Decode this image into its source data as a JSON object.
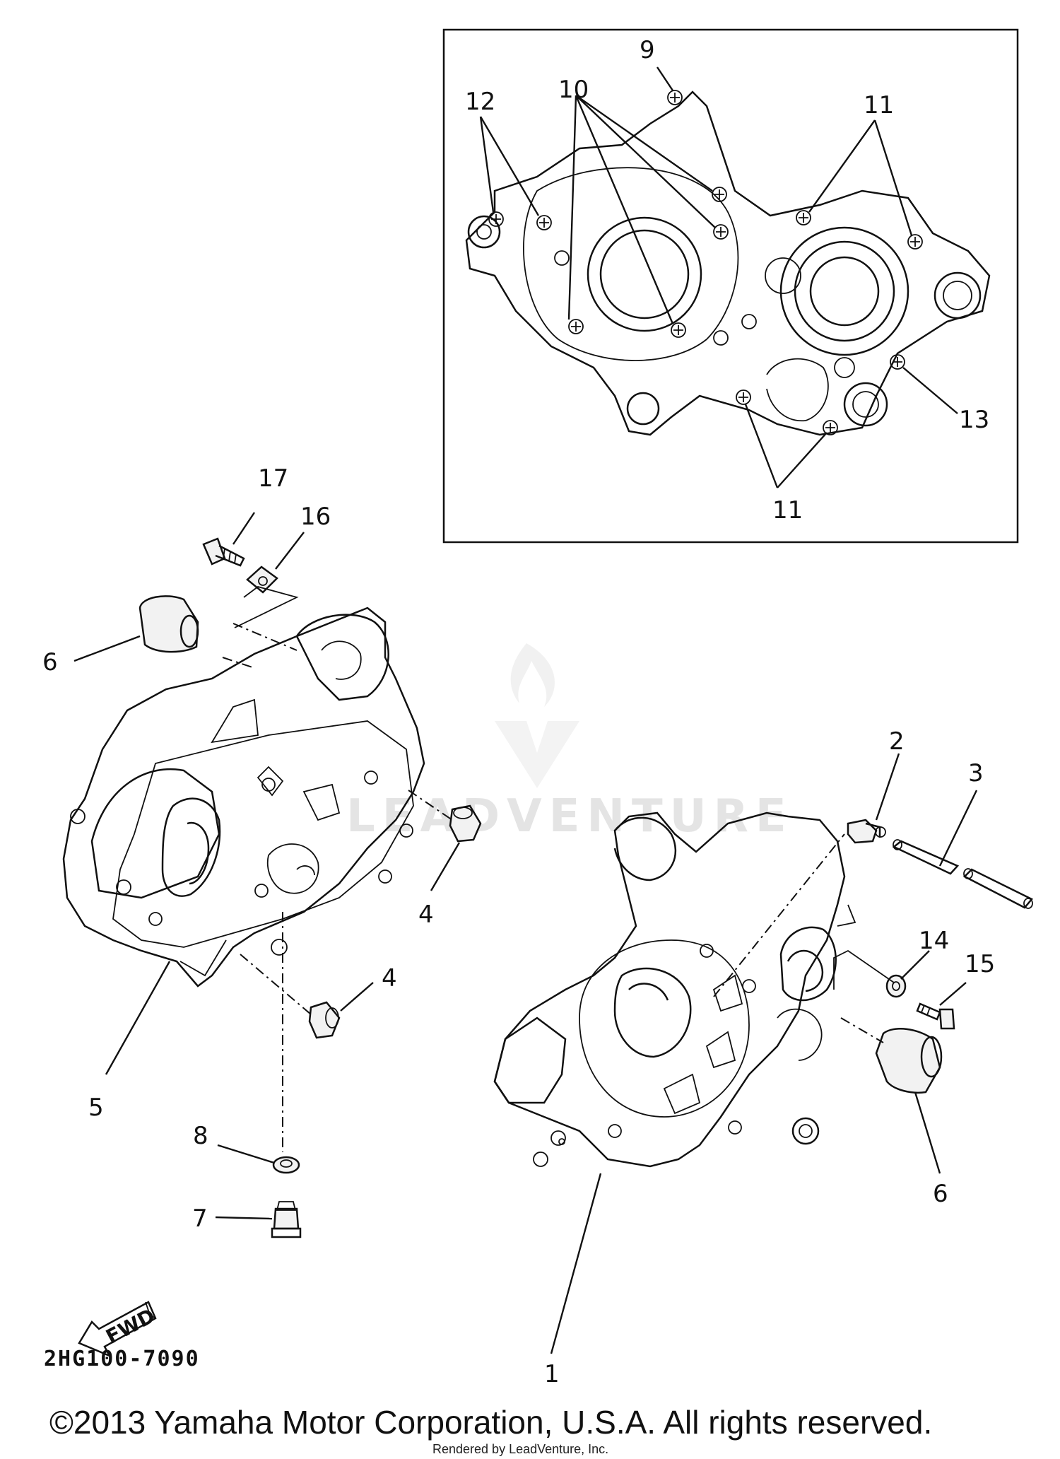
{
  "diagram": {
    "part_code": "2HG100-7090",
    "copyright": "©2013 Yamaha Motor Corporation, U.S.A. All rights reserved.",
    "rendered_by": "Rendered by LeadVenture, Inc.",
    "watermark": "LEADVENTURE",
    "fwd_label": "FWD",
    "callouts": {
      "c1": "1",
      "c2": "2",
      "c3": "3",
      "c4a": "4",
      "c4b": "4",
      "c5": "5",
      "c6a": "6",
      "c6b": "6",
      "c7": "7",
      "c8": "8",
      "c9": "9",
      "c10": "10",
      "c11a": "11",
      "c11b": "11",
      "c12": "12",
      "c13": "13",
      "c14": "14",
      "c15": "15",
      "c16": "16",
      "c17": "17"
    }
  }
}
